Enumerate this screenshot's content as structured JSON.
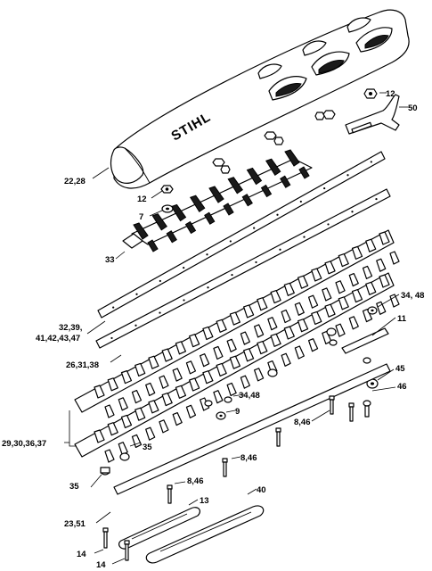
{
  "brand_text": "STIHL",
  "callouts": [
    {
      "id": "c12a",
      "text": "12"
    },
    {
      "id": "c50",
      "text": "50"
    },
    {
      "id": "c2228",
      "text": "22,28"
    },
    {
      "id": "c12b",
      "text": "12"
    },
    {
      "id": "c7",
      "text": "7"
    },
    {
      "id": "c33",
      "text": "33"
    },
    {
      "id": "c3448a",
      "text": "34, 48"
    },
    {
      "id": "c11",
      "text": "11"
    },
    {
      "id": "c3239a",
      "text": "32,39,"
    },
    {
      "id": "c3239b",
      "text": "41,42,43,47"
    },
    {
      "id": "c263138",
      "text": "26,31,38"
    },
    {
      "id": "c45",
      "text": "45"
    },
    {
      "id": "c46",
      "text": "46"
    },
    {
      "id": "c3448b",
      "text": "34,48"
    },
    {
      "id": "c9",
      "text": "9"
    },
    {
      "id": "c846a",
      "text": "8,46"
    },
    {
      "id": "c29",
      "text": "29,30,36,37"
    },
    {
      "id": "c35a",
      "text": "35"
    },
    {
      "id": "c846b",
      "text": "8,46"
    },
    {
      "id": "c846c",
      "text": "8,46"
    },
    {
      "id": "c35b",
      "text": "35"
    },
    {
      "id": "c40",
      "text": "40"
    },
    {
      "id": "c13",
      "text": "13"
    },
    {
      "id": "c2351",
      "text": "23,51"
    },
    {
      "id": "c14a",
      "text": "14"
    },
    {
      "id": "c14b",
      "text": "14"
    }
  ]
}
